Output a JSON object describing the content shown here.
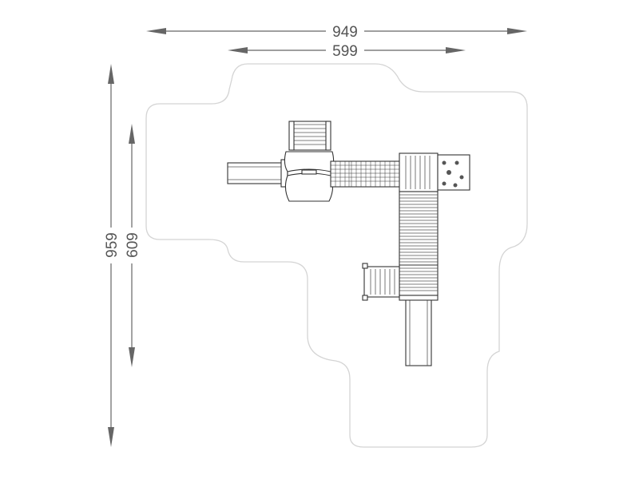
{
  "dimensions": {
    "overall_width": "949",
    "inner_width": "599",
    "overall_height": "959",
    "inner_height": "609"
  },
  "colors": {
    "dimension": "#666666",
    "safety_zone": "#d4d4d4",
    "equipment": "#333333"
  }
}
